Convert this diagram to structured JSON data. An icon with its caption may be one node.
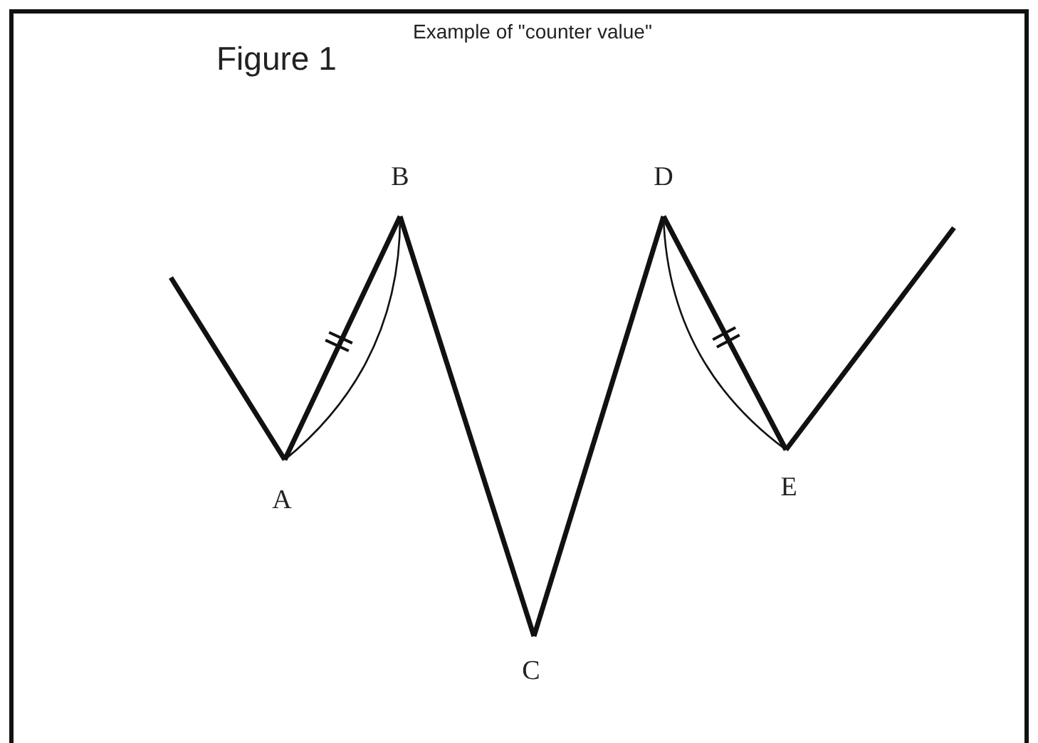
{
  "diagram": {
    "title": "Figure 1",
    "nodes": [
      {
        "text": [
          "A"
        ]
      },
      {
        "text": [
          "B"
        ]
      },
      {
        "text": [
          "C"
        ]
      },
      {
        "text": [
          "D"
        ]
      },
      {
        "text": [
          "E"
        ]
      }
    ],
    "edges": [
      {
        "from": null,
        "to": 0,
        "arrow": "none"
      },
      {
        "from": 0,
        "to": 1,
        "arrow": "none"
      },
      {
        "from": 0,
        "to": 1,
        "arrow": "none"
      },
      {
        "from": 1,
        "to": 2,
        "arrow": "none"
      },
      {
        "from": 2,
        "to": 3,
        "arrow": "none"
      },
      {
        "from": 3,
        "to": 4,
        "arrow": "none"
      },
      {
        "from": 3,
        "to": 4,
        "arrow": "none"
      },
      {
        "from": 4,
        "to": null,
        "arrow": "none"
      }
    ],
    "labels": [
      "Example of \"counter value\""
    ]
  }
}
